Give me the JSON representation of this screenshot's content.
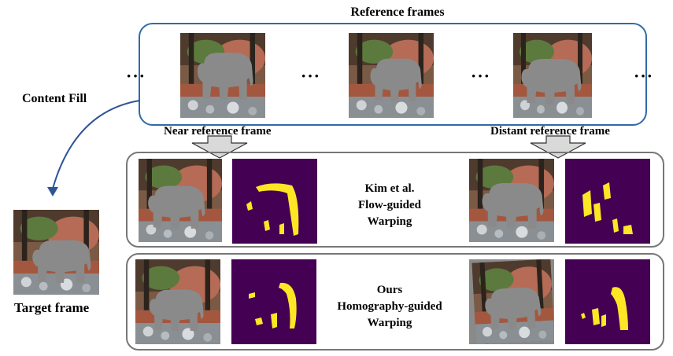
{
  "reference_frames_title": "Reference frames",
  "content_fill_label": "Content Fill",
  "target_frame_label": "Target frame",
  "near_reference_label": "Near reference frame",
  "distant_reference_label": "Distant reference frame",
  "ellipsis": "···",
  "method_kim": {
    "line1": "Kim et al.",
    "line2": "Flow-guided",
    "line3": "Warping"
  },
  "method_ours": {
    "line1": "Ours",
    "line2": "Homography-guided",
    "line3": "Warping"
  },
  "colors": {
    "reference_box_border": "#2f6aa9",
    "row_box_border": "#777777",
    "arrow_fill": "#d9d9d9",
    "mask_background": "#440154",
    "mask_foreground": "#fde725",
    "elephant_fill": "#8a8a8a",
    "curve_arrow": "#2f5597"
  }
}
